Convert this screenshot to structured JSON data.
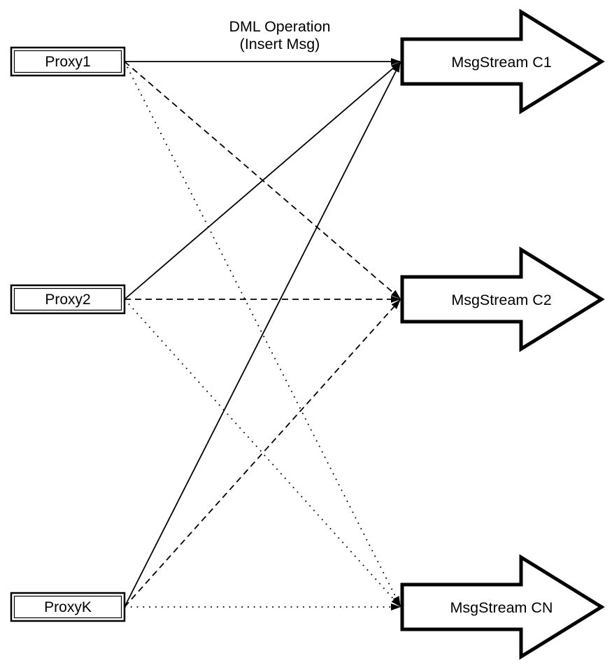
{
  "title": {
    "line1": "DML Operation",
    "line2": "(Insert Msg)"
  },
  "nodes": {
    "proxies": [
      {
        "id": "proxy1",
        "label": "Proxy1"
      },
      {
        "id": "proxy2",
        "label": "Proxy2"
      },
      {
        "id": "proxyk",
        "label": "ProxyK"
      }
    ],
    "streams": [
      {
        "id": "c1",
        "label": "MsgStream C1"
      },
      {
        "id": "c2",
        "label": "MsgStream C2"
      },
      {
        "id": "cn",
        "label": "MsgStream CN"
      }
    ]
  },
  "edges": [
    {
      "from": "Proxy1",
      "to": "MsgStream C1",
      "style": "solid"
    },
    {
      "from": "Proxy2",
      "to": "MsgStream C1",
      "style": "solid"
    },
    {
      "from": "ProxyK",
      "to": "MsgStream C1",
      "style": "solid"
    },
    {
      "from": "Proxy1",
      "to": "MsgStream C2",
      "style": "dashed"
    },
    {
      "from": "Proxy2",
      "to": "MsgStream C2",
      "style": "dashed"
    },
    {
      "from": "ProxyK",
      "to": "MsgStream C2",
      "style": "dashed"
    },
    {
      "from": "Proxy1",
      "to": "MsgStream CN",
      "style": "dotted"
    },
    {
      "from": "Proxy2",
      "to": "MsgStream CN",
      "style": "dotted"
    },
    {
      "from": "ProxyK",
      "to": "MsgStream CN",
      "style": "dotted"
    }
  ],
  "colors": {
    "line": "#000000",
    "fill": "#ffffff",
    "text": "#000000"
  }
}
